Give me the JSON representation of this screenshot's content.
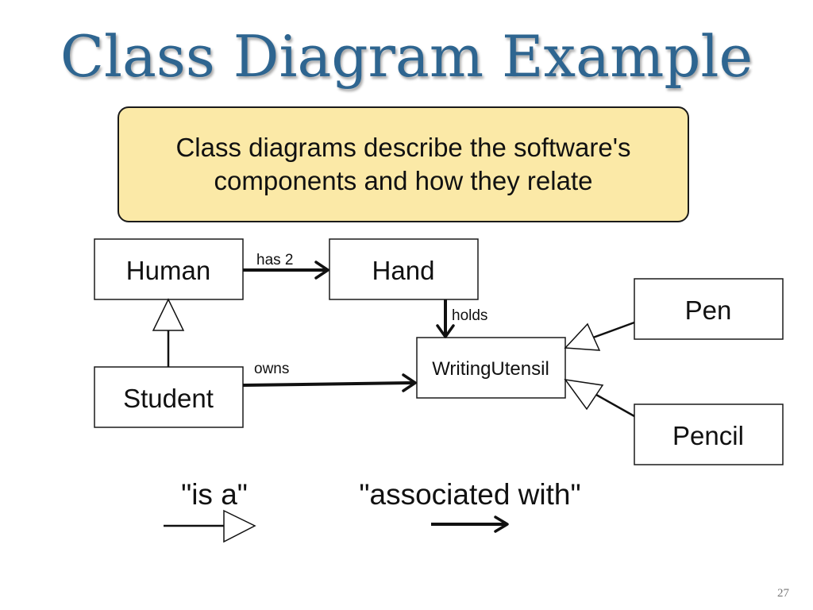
{
  "slide": {
    "title": "Class Diagram Example",
    "callout": "Class diagrams describe the software's components and how they relate",
    "page_number": "27"
  },
  "diagram": {
    "classes": {
      "human": "Human",
      "hand": "Hand",
      "student": "Student",
      "writing_utensil": "WritingUtensil",
      "pen": "Pen",
      "pencil": "Pencil"
    },
    "relations": {
      "human_hand": "has 2",
      "hand_utensil": "holds",
      "student_utensil": "owns"
    },
    "legend": {
      "is_a": "\"is a\"",
      "associated_with": "\"associated with\""
    }
  },
  "colors": {
    "title": "#2e6590",
    "callout_fill": "#fbe9a7",
    "line": "#111111"
  }
}
